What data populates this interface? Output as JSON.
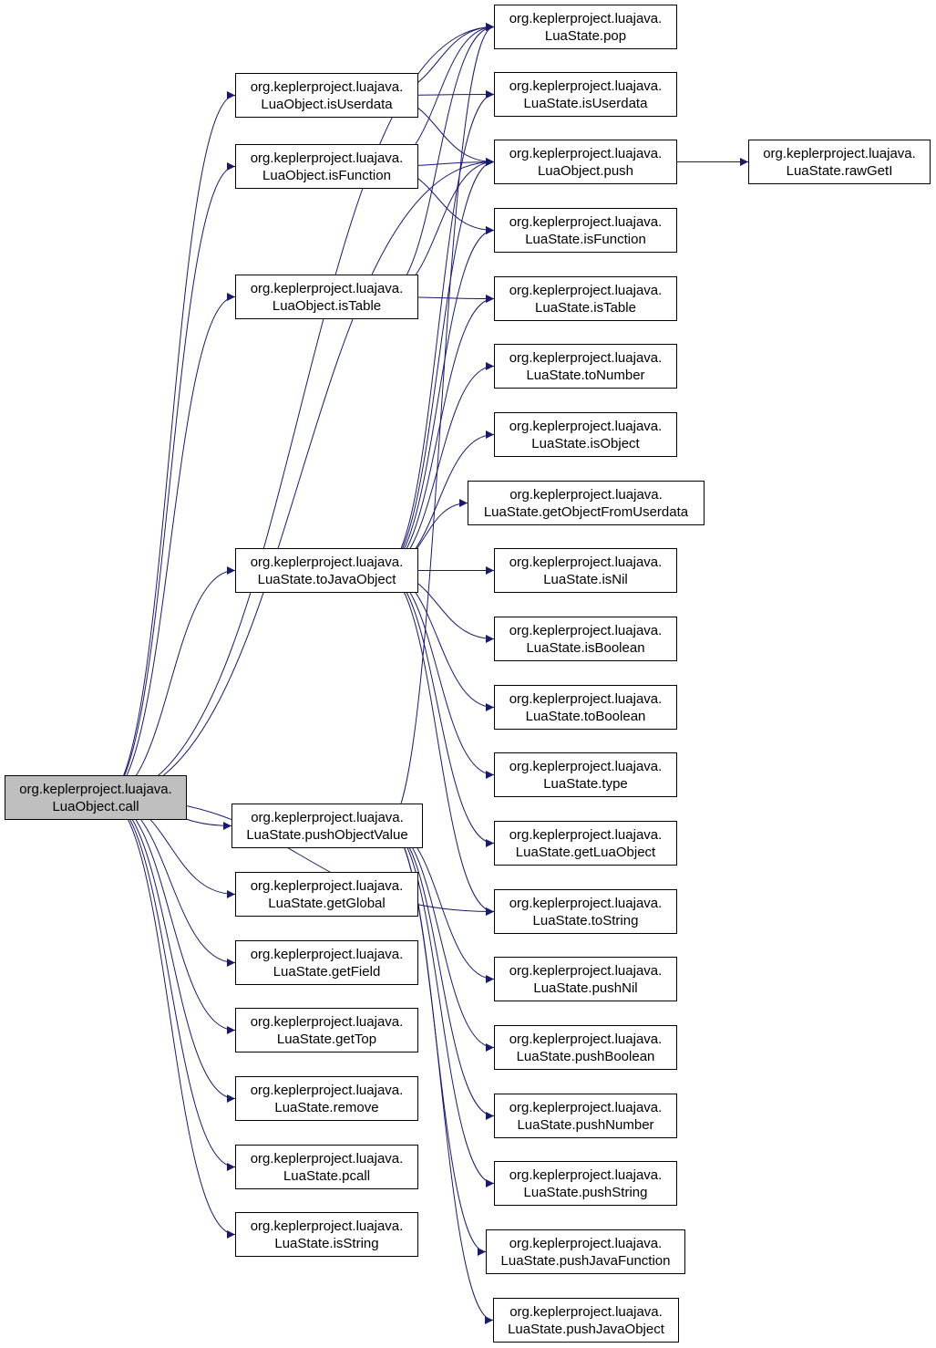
{
  "graph": {
    "root": {
      "id": "call",
      "line1": "org.keplerproject.luajava.",
      "line2": "LuaObject.call"
    },
    "nodes": {
      "isUserdata_obj": {
        "line1": "org.keplerproject.luajava.",
        "line2": "LuaObject.isUserdata"
      },
      "isFunction_obj": {
        "line1": "org.keplerproject.luajava.",
        "line2": "LuaObject.isFunction"
      },
      "isTable_obj": {
        "line1": "org.keplerproject.luajava.",
        "line2": "LuaObject.isTable"
      },
      "toJavaObject": {
        "line1": "org.keplerproject.luajava.",
        "line2": "LuaState.toJavaObject"
      },
      "pushObjectValue": {
        "line1": "org.keplerproject.luajava.",
        "line2": "LuaState.pushObjectValue"
      },
      "getGlobal": {
        "line1": "org.keplerproject.luajava.",
        "line2": "LuaState.getGlobal"
      },
      "getField": {
        "line1": "org.keplerproject.luajava.",
        "line2": "LuaState.getField"
      },
      "getTop": {
        "line1": "org.keplerproject.luajava.",
        "line2": "LuaState.getTop"
      },
      "remove": {
        "line1": "org.keplerproject.luajava.",
        "line2": "LuaState.remove"
      },
      "pcall": {
        "line1": "org.keplerproject.luajava.",
        "line2": "LuaState.pcall"
      },
      "isString": {
        "line1": "org.keplerproject.luajava.",
        "line2": "LuaState.isString"
      },
      "pop": {
        "line1": "org.keplerproject.luajava.",
        "line2": "LuaState.pop"
      },
      "isUserdata_st": {
        "line1": "org.keplerproject.luajava.",
        "line2": "LuaState.isUserdata"
      },
      "push_obj": {
        "line1": "org.keplerproject.luajava.",
        "line2": "LuaObject.push"
      },
      "isFunction_st": {
        "line1": "org.keplerproject.luajava.",
        "line2": "LuaState.isFunction"
      },
      "isTable_st": {
        "line1": "org.keplerproject.luajava.",
        "line2": "LuaState.isTable"
      },
      "toNumber": {
        "line1": "org.keplerproject.luajava.",
        "line2": "LuaState.toNumber"
      },
      "isObject": {
        "line1": "org.keplerproject.luajava.",
        "line2": "LuaState.isObject"
      },
      "getObjectFromUserdata": {
        "line1": "org.keplerproject.luajava.",
        "line2": "LuaState.getObjectFromUserdata"
      },
      "isNil": {
        "line1": "org.keplerproject.luajava.",
        "line2": "LuaState.isNil"
      },
      "isBoolean": {
        "line1": "org.keplerproject.luajava.",
        "line2": "LuaState.isBoolean"
      },
      "toBoolean": {
        "line1": "org.keplerproject.luajava.",
        "line2": "LuaState.toBoolean"
      },
      "type": {
        "line1": "org.keplerproject.luajava.",
        "line2": "LuaState.type"
      },
      "getLuaObject": {
        "line1": "org.keplerproject.luajava.",
        "line2": "LuaState.getLuaObject"
      },
      "toString": {
        "line1": "org.keplerproject.luajava.",
        "line2": "LuaState.toString"
      },
      "pushNil": {
        "line1": "org.keplerproject.luajava.",
        "line2": "LuaState.pushNil"
      },
      "pushBoolean": {
        "line1": "org.keplerproject.luajava.",
        "line2": "LuaState.pushBoolean"
      },
      "pushNumber": {
        "line1": "org.keplerproject.luajava.",
        "line2": "LuaState.pushNumber"
      },
      "pushString": {
        "line1": "org.keplerproject.luajava.",
        "line2": "LuaState.pushString"
      },
      "pushJavaFunction": {
        "line1": "org.keplerproject.luajava.",
        "line2": "LuaState.pushJavaFunction"
      },
      "pushJavaObject": {
        "line1": "org.keplerproject.luajava.",
        "line2": "LuaState.pushJavaObject"
      },
      "rawGetI": {
        "line1": "org.keplerproject.luajava.",
        "line2": "LuaState.rawGetI"
      }
    },
    "edges": [
      [
        "call",
        "pop"
      ],
      [
        "call",
        "isUserdata_obj"
      ],
      [
        "call",
        "isFunction_obj"
      ],
      [
        "call",
        "push_obj"
      ],
      [
        "call",
        "isTable_obj"
      ],
      [
        "call",
        "toJavaObject"
      ],
      [
        "call",
        "toString"
      ],
      [
        "call",
        "pushObjectValue"
      ],
      [
        "call",
        "getGlobal"
      ],
      [
        "call",
        "getField"
      ],
      [
        "call",
        "getTop"
      ],
      [
        "call",
        "remove"
      ],
      [
        "call",
        "pcall"
      ],
      [
        "call",
        "isString"
      ],
      [
        "isUserdata_obj",
        "pop"
      ],
      [
        "isUserdata_obj",
        "isUserdata_st"
      ],
      [
        "isUserdata_obj",
        "push_obj"
      ],
      [
        "isFunction_obj",
        "pop"
      ],
      [
        "isFunction_obj",
        "push_obj"
      ],
      [
        "isFunction_obj",
        "isFunction_st"
      ],
      [
        "isTable_obj",
        "pop"
      ],
      [
        "isTable_obj",
        "push_obj"
      ],
      [
        "isTable_obj",
        "isTable_st"
      ],
      [
        "toJavaObject",
        "isUserdata_st"
      ],
      [
        "toJavaObject",
        "push_obj"
      ],
      [
        "toJavaObject",
        "isFunction_st"
      ],
      [
        "toJavaObject",
        "isTable_st"
      ],
      [
        "toJavaObject",
        "toNumber"
      ],
      [
        "toJavaObject",
        "isObject"
      ],
      [
        "toJavaObject",
        "getObjectFromUserdata"
      ],
      [
        "toJavaObject",
        "isNil"
      ],
      [
        "toJavaObject",
        "isBoolean"
      ],
      [
        "toJavaObject",
        "toBoolean"
      ],
      [
        "toJavaObject",
        "type"
      ],
      [
        "toJavaObject",
        "getLuaObject"
      ],
      [
        "toJavaObject",
        "toString"
      ],
      [
        "pushObjectValue",
        "pop"
      ],
      [
        "pushObjectValue",
        "pushNil"
      ],
      [
        "pushObjectValue",
        "pushBoolean"
      ],
      [
        "pushObjectValue",
        "pushNumber"
      ],
      [
        "pushObjectValue",
        "pushString"
      ],
      [
        "pushObjectValue",
        "pushJavaFunction"
      ],
      [
        "pushObjectValue",
        "pushJavaObject"
      ],
      [
        "push_obj",
        "rawGetI"
      ]
    ]
  },
  "colors": {
    "edge": "#191970",
    "root_fill": "#bfbfbf",
    "node_fill": "#ffffff",
    "border": "#000000"
  }
}
